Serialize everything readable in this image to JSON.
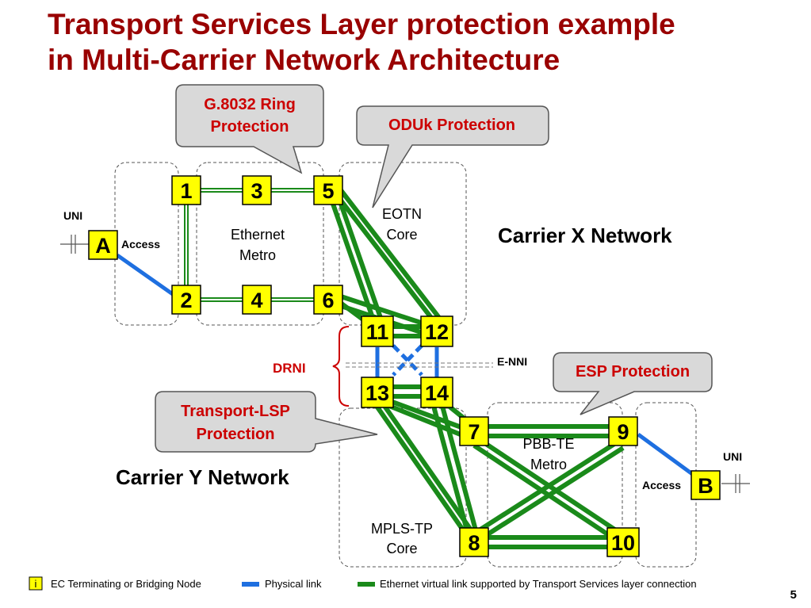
{
  "title_line1": "Transport Services Layer protection example",
  "title_line2": "in Multi-Carrier Network Architecture",
  "callouts": {
    "ring_line1": "G.8032 Ring",
    "ring_line2": "Protection",
    "oduk": "ODUk Protection",
    "esp": "ESP Protection",
    "lsp_line1": "Transport-LSP",
    "lsp_line2": "Protection"
  },
  "regions": {
    "ethernet_metro_line1": "Ethernet",
    "ethernet_metro_line2": "Metro",
    "eotn_line1": "EOTN",
    "eotn_line2": "Core",
    "pbb_line1": "PBB-TE",
    "pbb_line2": "Metro",
    "mpls_line1": "MPLS-TP",
    "mpls_line2": "Core",
    "access_left": "Access",
    "access_right": "Access"
  },
  "labels": {
    "uni_left": "UNI",
    "uni_right": "UNI",
    "carrier_x": "Carrier X Network",
    "carrier_y": "Carrier Y Network",
    "drni": "DRNI",
    "enni": "E-NNI"
  },
  "nodes": {
    "n1": "1",
    "n2": "2",
    "n3": "3",
    "n4": "4",
    "n5": "5",
    "n6": "6",
    "n7": "7",
    "n8": "8",
    "n9": "9",
    "n10": "10",
    "n11": "11",
    "n12": "12",
    "n13": "13",
    "n14": "14",
    "a": "A",
    "b": "B"
  },
  "legend": {
    "node_marker": "i",
    "node_text": "EC Terminating or Bridging Node",
    "physical": "Physical link",
    "virtual": "Ethernet virtual link supported by Transport Services layer connection"
  },
  "colors": {
    "node_fill": "#ffff00",
    "green_link": "#1a8a1a",
    "blue_link": "#1e6fe0",
    "title": "#990000",
    "callout_text": "#cc0000"
  },
  "page_number": "5"
}
